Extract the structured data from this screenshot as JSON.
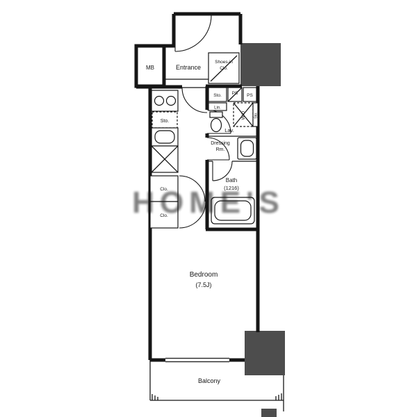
{
  "colors": {
    "wall": "#161616",
    "block": "#4d4d4d",
    "watermark": "#c9c9c9",
    "background": "#ffffff"
  },
  "watermark": {
    "text": "HOME'S"
  },
  "rooms": {
    "mb": {
      "label": "MB"
    },
    "entrance": {
      "label": "Entrance"
    },
    "shoes_closet": {
      "line1": "Shoes-in",
      "line2": "Clo."
    },
    "hall_storage": {
      "label": "Sto."
    },
    "ps_a": {
      "label": "PS"
    },
    "ps_b": {
      "label": "PS"
    },
    "linen": {
      "label": "Lin."
    },
    "lavatory": {
      "label": "Lav."
    },
    "washer_dryer": {
      "label": "W/D"
    },
    "storage_right": {
      "label": "Sto."
    },
    "kitchen_storage": {
      "label": "Sto."
    },
    "dressing": {
      "line1": "Dressing",
      "line2": "Rm."
    },
    "bath": {
      "line1": "Bath",
      "line2": "(1216)"
    },
    "closet_upper": {
      "label": "Clo."
    },
    "closet_lower": {
      "label": "Clo."
    },
    "bedroom": {
      "line1": "Bedroom",
      "line2": "(7.5J)"
    },
    "balcony": {
      "label": "Balcony"
    }
  }
}
